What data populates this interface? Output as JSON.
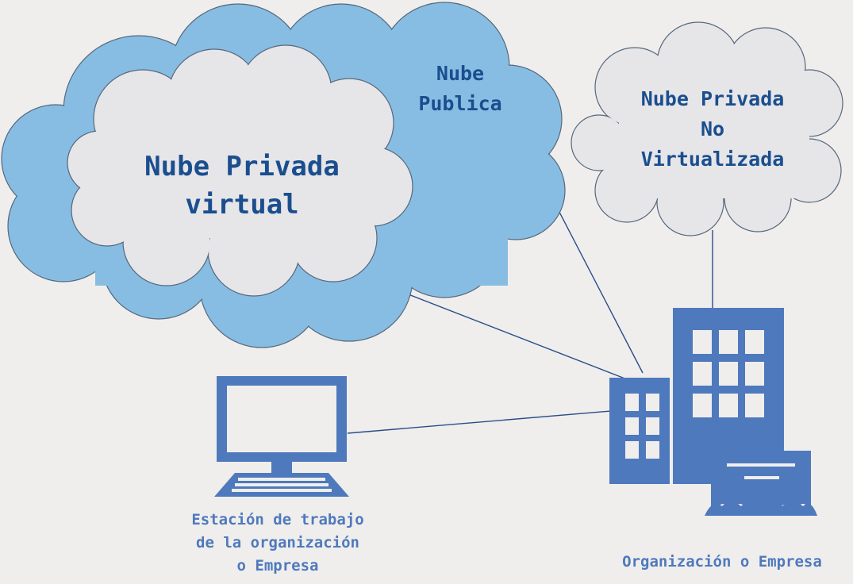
{
  "colors": {
    "background": "#efeeec",
    "public_cloud_fill": "#87bde3",
    "private_cloud_fill": "#e6e5e8",
    "outline": "#56687c",
    "icon_blue": "#4f79bd",
    "connector": "#2b4d8a",
    "text_dark": "#1a4e8e",
    "text_light": "#4f79bd"
  },
  "nodes": {
    "public_cloud": {
      "label_lines": [
        "Nube",
        "Publica"
      ],
      "icon": "cloud-icon"
    },
    "private_virtual_cloud": {
      "label_lines": [
        "Nube Privada",
        "virtual"
      ],
      "icon": "cloud-icon"
    },
    "private_nonvirtual_cloud": {
      "label_lines": [
        "Nube Privada",
        "No",
        "Virtualizada"
      ],
      "icon": "cloud-icon"
    },
    "workstation": {
      "label_lines": [
        "Estación de trabajo",
        "de la organización",
        "o Empresa"
      ],
      "icon": "laptop-icon"
    },
    "organization": {
      "label_lines": [
        "Organización o Empresa"
      ],
      "icon": "office-building-icon"
    }
  }
}
